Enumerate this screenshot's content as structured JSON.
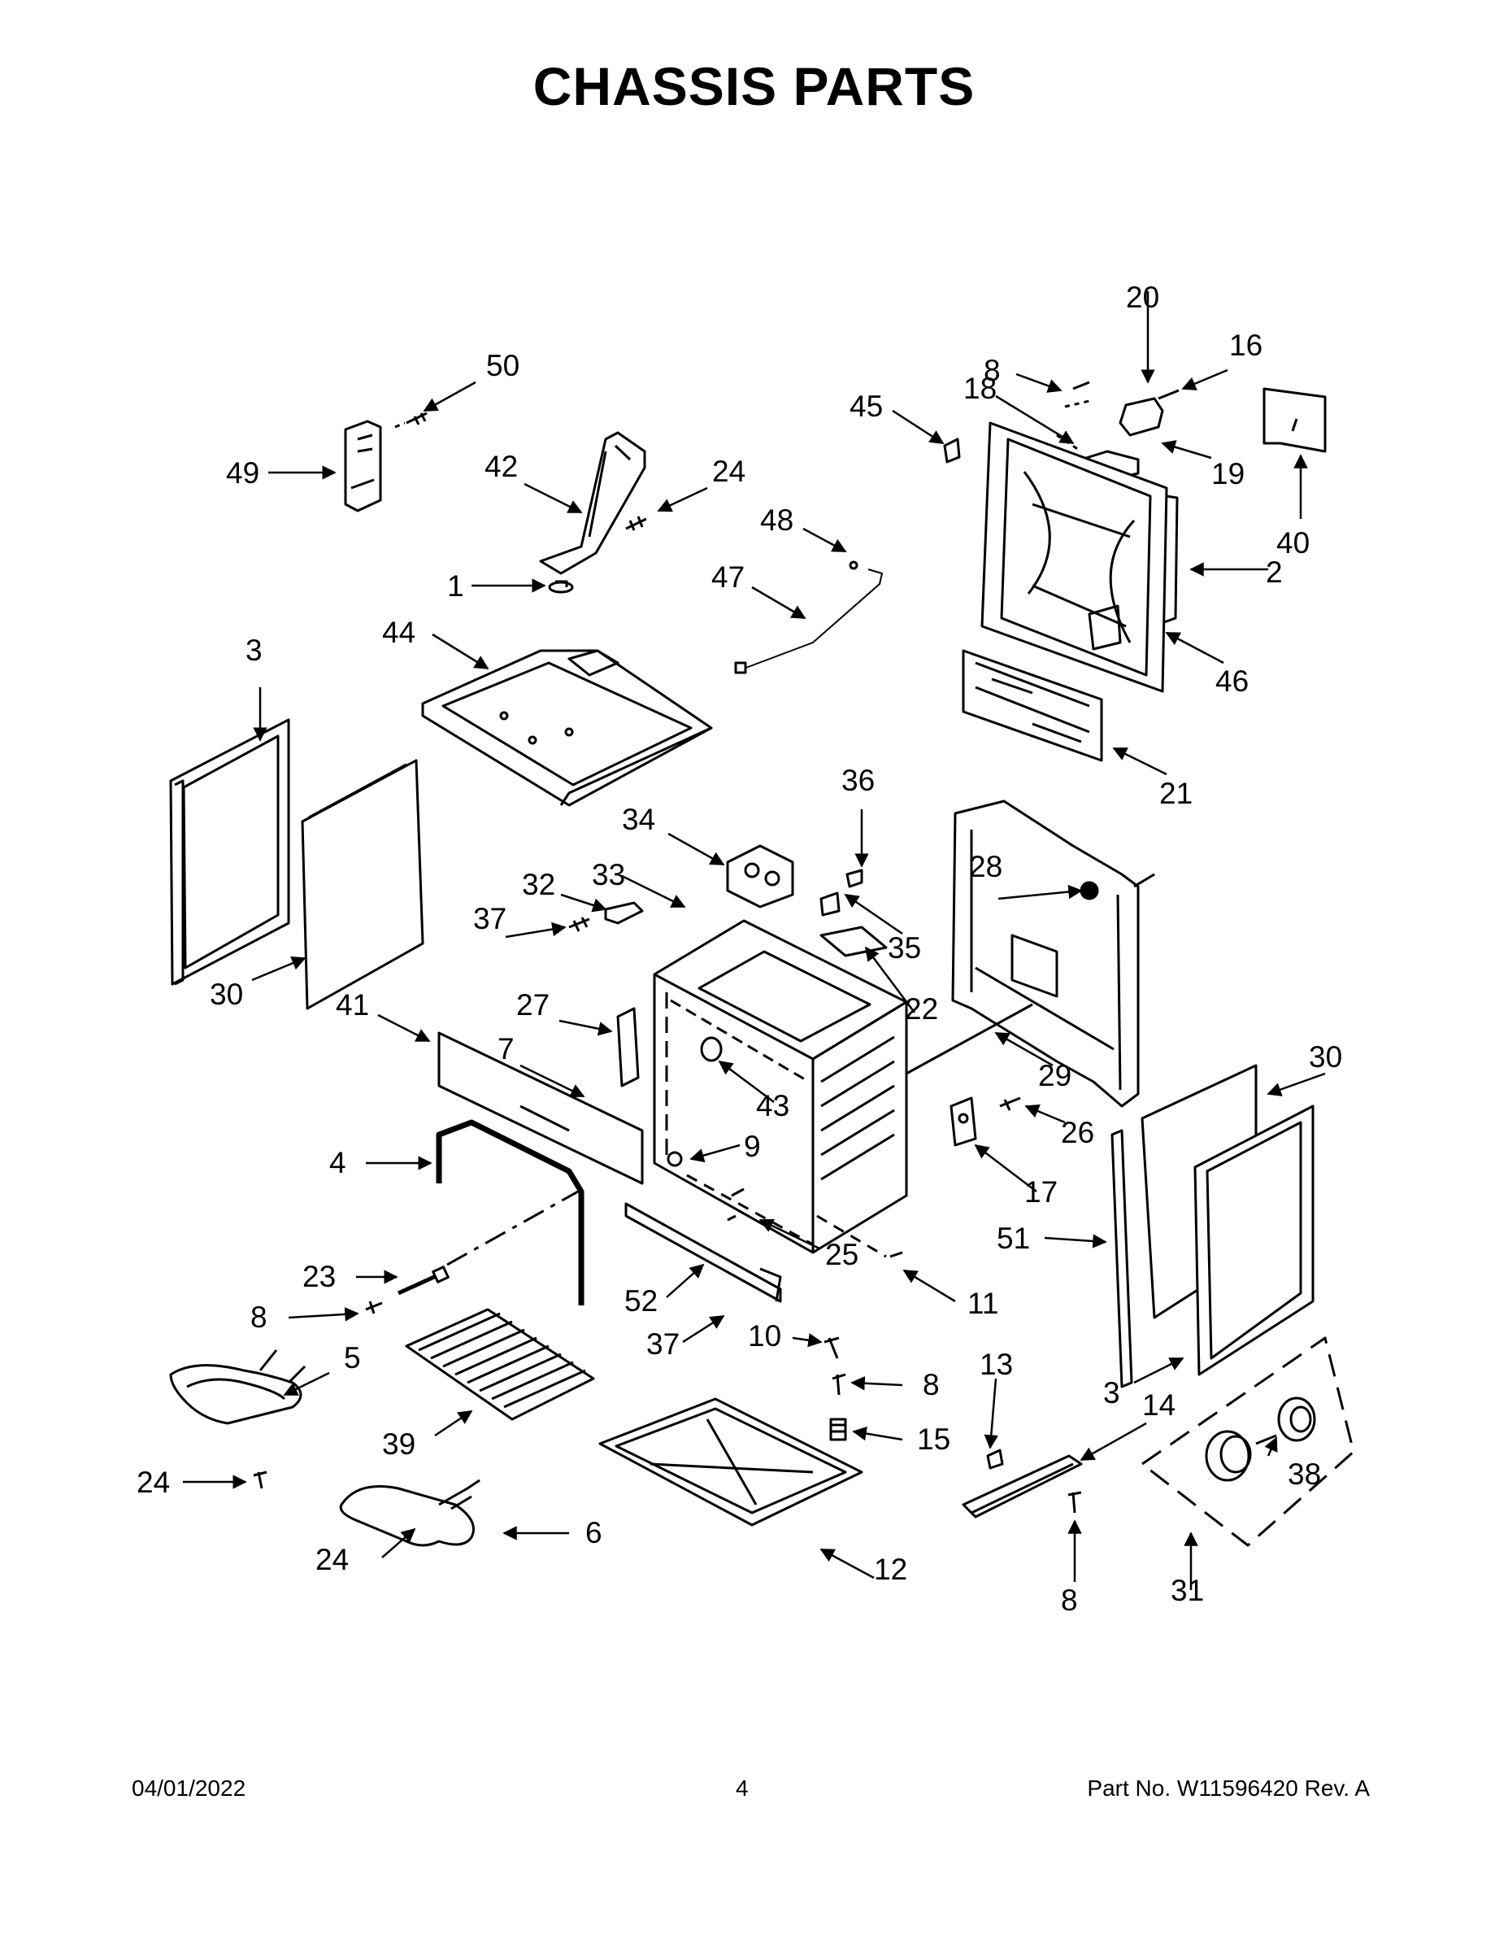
{
  "title": "CHASSIS PARTS",
  "footer": {
    "date": "04/01/2022",
    "page": "4",
    "part_number": "Part No.  W11596420  Rev.  A"
  },
  "callouts": [
    {
      "id": "c50",
      "label": "50"
    },
    {
      "id": "c49",
      "label": "49"
    },
    {
      "id": "c42",
      "label": "42"
    },
    {
      "id": "c24a",
      "label": "24"
    },
    {
      "id": "c1",
      "label": "1"
    },
    {
      "id": "c48",
      "label": "48"
    },
    {
      "id": "c47",
      "label": "47"
    },
    {
      "id": "c45",
      "label": "45"
    },
    {
      "id": "c8a",
      "label": "8"
    },
    {
      "id": "c18",
      "label": "18"
    },
    {
      "id": "c20",
      "label": "20"
    },
    {
      "id": "c16",
      "label": "16"
    },
    {
      "id": "c19",
      "label": "19"
    },
    {
      "id": "c40",
      "label": "40"
    },
    {
      "id": "c2",
      "label": "2"
    },
    {
      "id": "c46",
      "label": "46"
    },
    {
      "id": "c21",
      "label": "21"
    },
    {
      "id": "c3a",
      "label": "3"
    },
    {
      "id": "c44",
      "label": "44"
    },
    {
      "id": "c30a",
      "label": "30"
    },
    {
      "id": "c36",
      "label": "36"
    },
    {
      "id": "c34",
      "label": "34"
    },
    {
      "id": "c33",
      "label": "33"
    },
    {
      "id": "c32",
      "label": "32"
    },
    {
      "id": "c37a",
      "label": "37"
    },
    {
      "id": "c35",
      "label": "35"
    },
    {
      "id": "c28",
      "label": "28"
    },
    {
      "id": "c41",
      "label": "41"
    },
    {
      "id": "c27",
      "label": "27"
    },
    {
      "id": "c22",
      "label": "22"
    },
    {
      "id": "c7",
      "label": "7"
    },
    {
      "id": "c43",
      "label": "43"
    },
    {
      "id": "c29",
      "label": "29"
    },
    {
      "id": "c30b",
      "label": "30"
    },
    {
      "id": "c4",
      "label": "4"
    },
    {
      "id": "c9",
      "label": "9"
    },
    {
      "id": "c26",
      "label": "26"
    },
    {
      "id": "c17",
      "label": "17"
    },
    {
      "id": "c23",
      "label": "23"
    },
    {
      "id": "c25",
      "label": "25"
    },
    {
      "id": "c51",
      "label": "51"
    },
    {
      "id": "c8b",
      "label": "8"
    },
    {
      "id": "c52",
      "label": "52"
    },
    {
      "id": "c11",
      "label": "11"
    },
    {
      "id": "c5",
      "label": "5"
    },
    {
      "id": "c37b",
      "label": "37"
    },
    {
      "id": "c10",
      "label": "10"
    },
    {
      "id": "c13",
      "label": "13"
    },
    {
      "id": "c8c",
      "label": "8"
    },
    {
      "id": "c3b",
      "label": "3"
    },
    {
      "id": "c14",
      "label": "14"
    },
    {
      "id": "c39",
      "label": "39"
    },
    {
      "id": "c15",
      "label": "15"
    },
    {
      "id": "c38",
      "label": "38"
    },
    {
      "id": "c24b",
      "label": "24"
    },
    {
      "id": "c6",
      "label": "6"
    },
    {
      "id": "c24c",
      "label": "24"
    },
    {
      "id": "c12",
      "label": "12"
    },
    {
      "id": "c8d",
      "label": "8"
    },
    {
      "id": "c31",
      "label": "31"
    }
  ]
}
